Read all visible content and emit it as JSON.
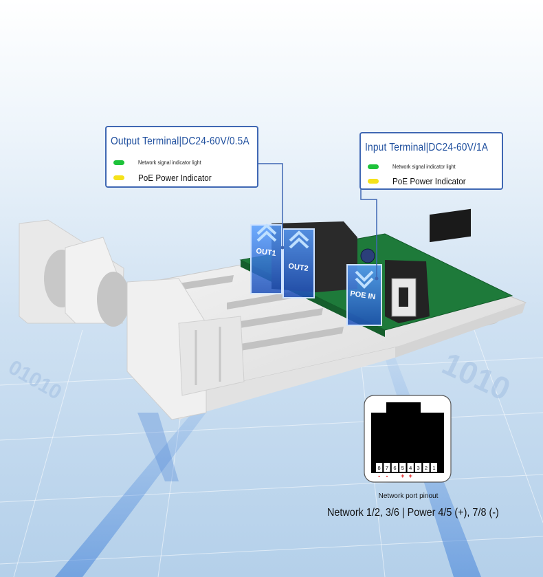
{
  "output_callout": {
    "title": "Output Terminal|DC24-60V/0.5A",
    "led_green_label": "Network signal indicator light",
    "led_yellow_label": "PoE Power Indicator"
  },
  "input_callout": {
    "title": "Input Terminal|DC24-60V/1A",
    "led_green_label": "Network signal indicator light",
    "led_yellow_label": "PoE Power Indicator"
  },
  "ports": {
    "out1": "OUT1",
    "out2": "OUT2",
    "poe_in": "POE IN"
  },
  "pinout": {
    "pins": [
      "8",
      "7",
      "6",
      "5",
      "4",
      "3",
      "2",
      "1"
    ],
    "polarity": [
      "-",
      "-",
      "",
      "+",
      "+",
      "",
      "",
      ""
    ],
    "label": "Network port pinout",
    "description": "Network 1/2, 3/6 | Power 4/5 (+), 7/8 (-)"
  },
  "colors": {
    "led_green": "#1ec23a",
    "led_yellow": "#f5e21a",
    "callout_border": "#3f67b3",
    "port_blue": "#2a63c9",
    "pcb_green": "#1e7a3a"
  }
}
